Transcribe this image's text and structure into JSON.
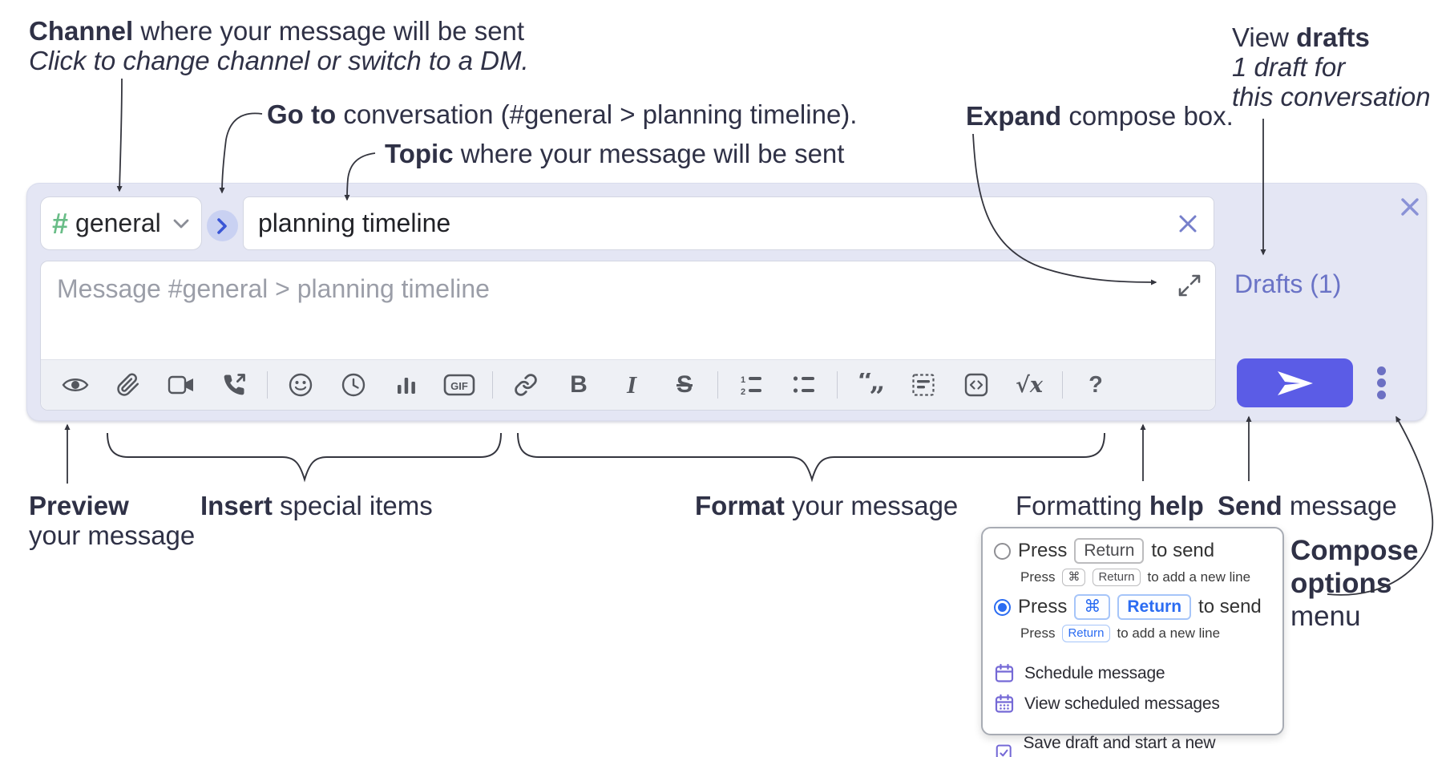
{
  "annotations": {
    "channel": {
      "bold": "Channel",
      "rest": " where your message will be sent",
      "sub": "Click to change channel or switch to a DM."
    },
    "goto": {
      "bold": "Go to",
      "rest": " conversation (#general > planning timeline)."
    },
    "topic": {
      "bold": "Topic",
      "rest": " where your message will be sent"
    },
    "expand": {
      "bold": "Expand",
      "rest": " compose box."
    },
    "view_drafts": {
      "pre": "View ",
      "bold": "drafts",
      "line2": "1 draft for",
      "line3": "this conversation"
    },
    "preview": {
      "bold": "Preview",
      "line2": "your message"
    },
    "insert": {
      "bold": "Insert",
      "rest": " special items"
    },
    "format": {
      "bold": "Format",
      "rest": " your message"
    },
    "help": {
      "pre": "Formatting ",
      "bold": "help"
    },
    "send": {
      "bold": "Send",
      "rest": " message"
    },
    "compose_menu": {
      "bold1": "Compose",
      "bold2": "options",
      "line3": "menu"
    }
  },
  "compose": {
    "channel_chip": {
      "hash": "#",
      "label": "general"
    },
    "topic_input": {
      "value": "planning timeline"
    },
    "message_input": {
      "placeholder": "Message #general > planning timeline"
    },
    "drafts_link": "Drafts (1)",
    "toolbar_glyphs": {
      "gif": "GIF",
      "bold": "B",
      "italic": "I",
      "strike": "S",
      "ol1": "1",
      "ol2": "2",
      "quote_open": "“",
      "quote_close": "„",
      "math": "√x",
      "help": "?"
    }
  },
  "popup": {
    "option1": {
      "pre": "Press",
      "key1": "Return",
      "post": "to send",
      "sub_pre": "Press",
      "sub_key1": "⌘",
      "sub_key2": "Return",
      "sub_post": "to add a new line"
    },
    "option2": {
      "pre": "Press",
      "key1": "⌘",
      "key2": "Return",
      "post": "to send",
      "sub_pre": "Press",
      "sub_key1": "Return",
      "sub_post": "to add a new line"
    },
    "items": [
      {
        "label": "Schedule message"
      },
      {
        "label": "View scheduled messages"
      },
      {
        "label": "Save draft and start a new message"
      }
    ]
  },
  "colors": {
    "panel_bg": "#e4e6f4",
    "accent_send": "#5b5ce6",
    "drafts_link": "#6a73c6",
    "channel_green": "#69bd87",
    "selected_blue": "#2b6cf2",
    "icon_gray": "#54575e",
    "menu_icon_purple": "#7569d6"
  }
}
